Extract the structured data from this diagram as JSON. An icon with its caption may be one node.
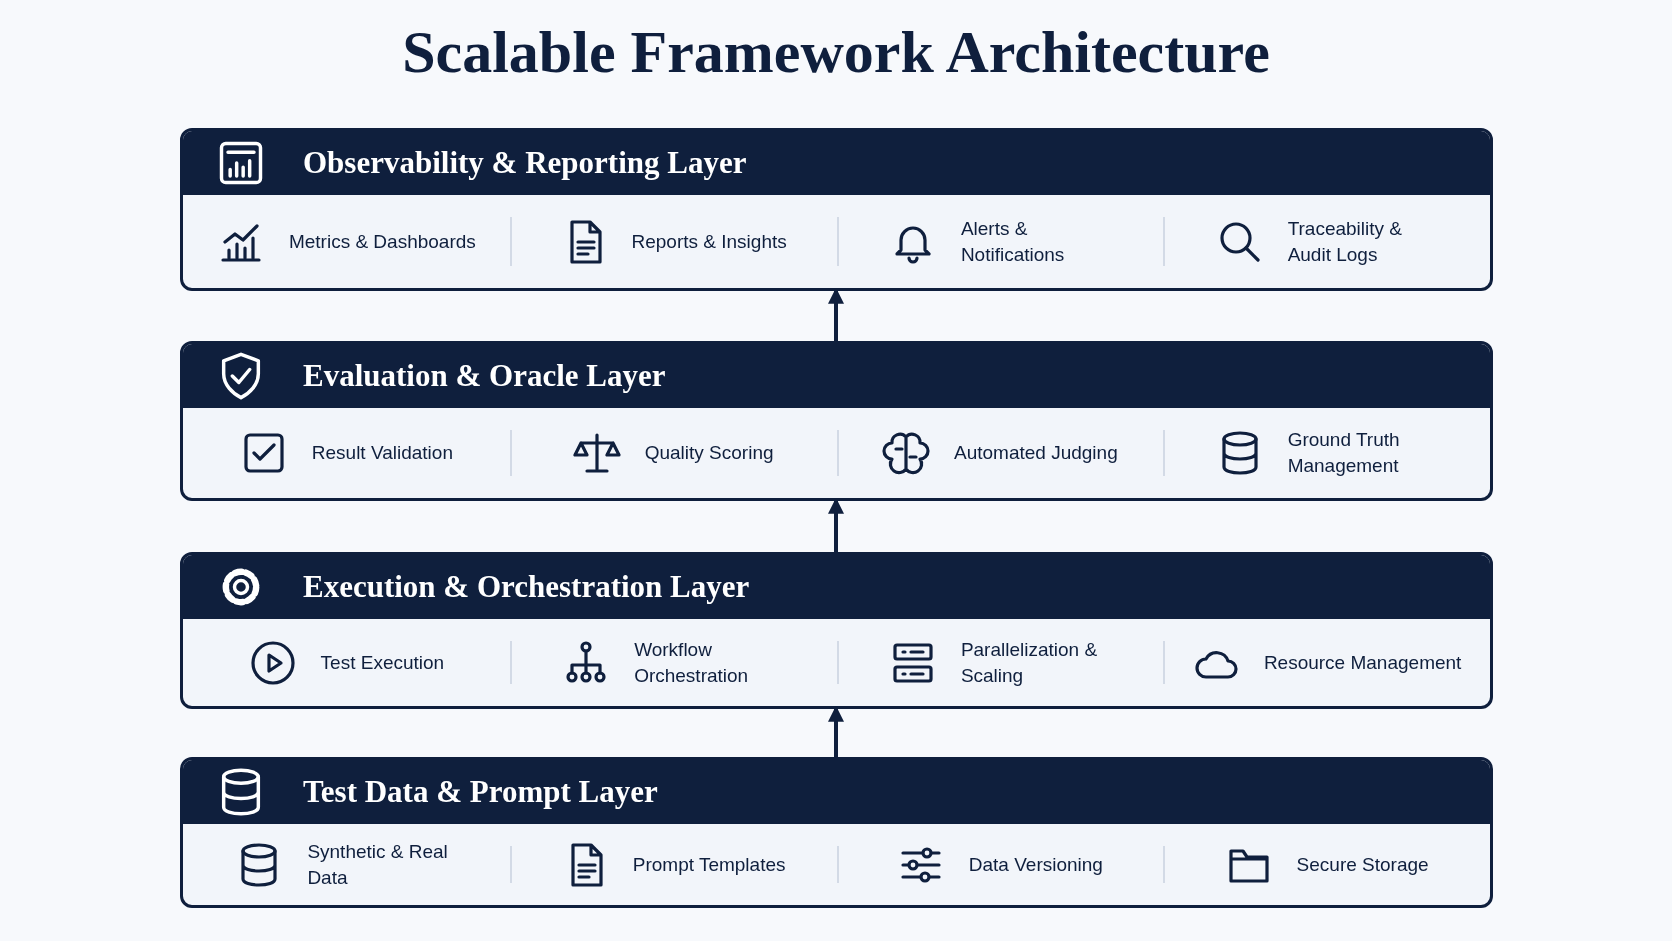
{
  "diagram": {
    "title": "Scalable Framework Architecture",
    "nodes": [
      {
        "text": [
          "Observability & Reporting Layer"
        ]
      },
      {
        "text": [
          "Metrics & Dashboards"
        ],
        "in": 0
      },
      {
        "text": [
          "Reports & Insights"
        ],
        "in": 0
      },
      {
        "text": [
          "Alerts & Notifications"
        ],
        "in": 0
      },
      {
        "text": [
          "Traceability & Audit Logs"
        ],
        "in": 0
      },
      {
        "text": [
          "Evaluation & Oracle Layer"
        ]
      },
      {
        "text": [
          "Result Validation"
        ],
        "in": 5
      },
      {
        "text": [
          "Quality Scoring"
        ],
        "in": 5
      },
      {
        "text": [
          "Automated Judging"
        ],
        "in": 5
      },
      {
        "text": [
          "Ground Truth Management"
        ],
        "in": 5
      },
      {
        "text": [
          "Execution & Orchestration Layer"
        ]
      },
      {
        "text": [
          "Test Execution"
        ],
        "in": 10
      },
      {
        "text": [
          "Workflow Orchestration"
        ],
        "in": 10
      },
      {
        "text": [
          "Parallelization & Scaling"
        ],
        "in": 10
      },
      {
        "text": [
          "Resource Management"
        ],
        "in": 10
      },
      {
        "text": [
          "Test Data & Prompt Layer"
        ]
      },
      {
        "text": [
          "Synthetic & Real Data"
        ],
        "in": 15
      },
      {
        "text": [
          "Prompt Templates"
        ],
        "in": 15
      },
      {
        "text": [
          "Data Versioning"
        ],
        "in": 15
      },
      {
        "text": [
          "Secure Storage"
        ],
        "in": 15
      }
    ],
    "edges": [
      {
        "from": 5,
        "to": 0,
        "arrow": "to"
      },
      {
        "from": 10,
        "to": 5,
        "arrow": "to"
      },
      {
        "from": 15,
        "to": 10,
        "arrow": "to"
      }
    ]
  }
}
